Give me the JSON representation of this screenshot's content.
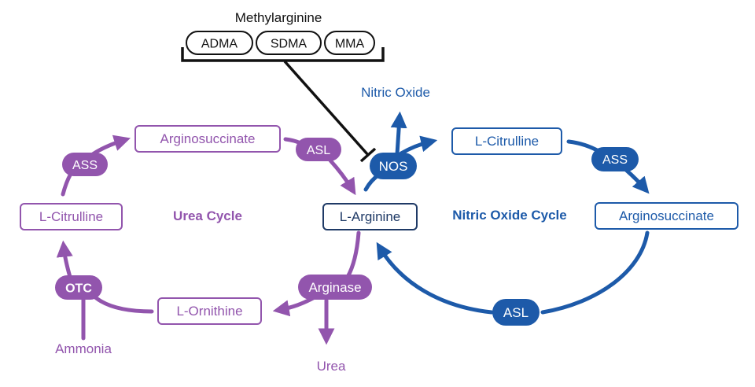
{
  "colors": {
    "urea": "#9255ad",
    "no": "#1d5aa9",
    "arginine": "#1f3a66",
    "inhibitor": "#111111",
    "white": "#ffffff"
  },
  "inhibitor": {
    "title": "Methylarginine",
    "items": [
      "ADMA",
      "SDMA",
      "MMA"
    ]
  },
  "urea_cycle": {
    "title": "Urea Cycle",
    "metabolites": {
      "arginosuccinate": "Arginosuccinate",
      "citrulline": "L-Citrulline",
      "ornithine": "L-Ornithine"
    },
    "enzymes": {
      "ass": "ASS",
      "asl": "ASL",
      "otc": "OTC",
      "arginase": "Arginase"
    },
    "inputs": {
      "ammonia": "Ammonia"
    },
    "outputs": {
      "urea": "Urea"
    }
  },
  "center": {
    "arginine": "L-Arginine"
  },
  "no_cycle": {
    "title": "Nitric Oxide Cycle",
    "metabolites": {
      "citrulline": "L-Citrulline",
      "arginosuccinate": "Arginosuccinate"
    },
    "enzymes": {
      "nos": "NOS",
      "ass": "ASS",
      "asl": "ASL"
    },
    "outputs": {
      "nitric_oxide": "Nitric Oxide"
    }
  }
}
